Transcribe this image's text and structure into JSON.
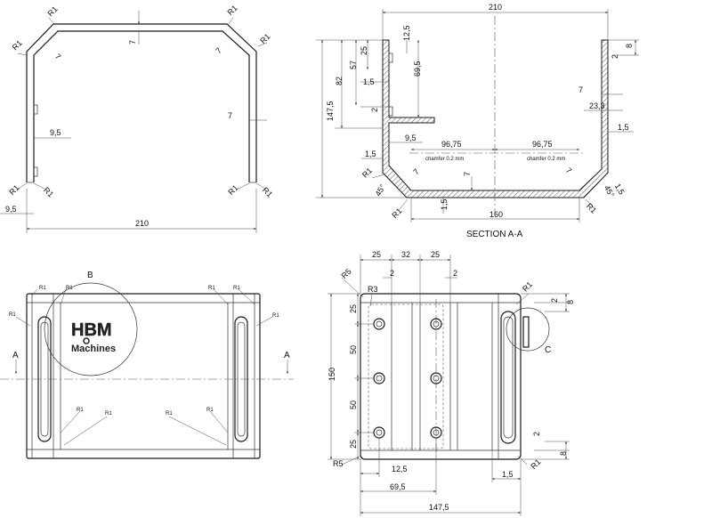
{
  "views": {
    "front": {
      "dims": {
        "r1_top_left": "R1",
        "r1_top_right": "R1",
        "r1_left": "R1",
        "r1_right": "R1",
        "seven_top": "7",
        "seven_left": "7",
        "seven_right_upper": "7",
        "seven_right": "7",
        "nine_five_upper": "9,5",
        "nine_five_lower": "9,5",
        "r1_bl1": "R1",
        "r1_bl2": "R1",
        "r1_br1": "R1",
        "r1_br2": "R1",
        "width": "210"
      }
    },
    "section": {
      "title": "SECTION A-A",
      "dims": {
        "width": "210",
        "height_total": "147,5",
        "h82": "82",
        "h57": "57",
        "h25": "25",
        "h12_5": "12,5",
        "h69_5": "69,5",
        "d1_5_a": "1,5",
        "d2_a": "2",
        "d1_5_b": "1,5",
        "d9_5": "9,5",
        "half_left": "96,75",
        "half_right": "96,75",
        "chamfer_left": "chamfer 0.2 mm",
        "chamfer_right": "chamfer 0.2 mm",
        "seven_bottom": "7",
        "seven_left": "7",
        "seven_right": "7",
        "seven_right_upper": "7",
        "d1_5_bottom": "1,5",
        "base": "160",
        "r1_left": "R1",
        "r1_left_bottom": "R1",
        "angle_left": "45°",
        "r1_right_bottom": "R1",
        "angle_right": "45°",
        "d1_5_right": "1,5",
        "d23_3": "23,3",
        "d8_right": "8",
        "d2_right": "2",
        "d1_5_right_upper": "1,5"
      }
    },
    "top": {
      "detail_label": "B",
      "logo_top": "HBM",
      "logo_bottom": "Machines",
      "section_marker_left": "A",
      "section_marker_right": "A",
      "radii": [
        "R1",
        "R1",
        "R1",
        "R1",
        "R1",
        "R1",
        "R1",
        "R1",
        "R1",
        "R1"
      ]
    },
    "side": {
      "detail_label": "C",
      "dims": {
        "d25_a": "25",
        "d32": "32",
        "d25_b": "25",
        "d2_a": "2",
        "d2_b": "2",
        "r5_top": "R5",
        "r3": "R3",
        "r1_top": "R1",
        "v25_top": "25",
        "v50_a": "50",
        "v50_b": "50",
        "v25_bottom": "25",
        "v150": "150",
        "d2_right_top": "2",
        "d8_right_top": "8",
        "d2_right_bottom": "2",
        "d8_right_bottom": "8",
        "r5_bottom": "R5",
        "r1_bottom": "R1",
        "d12_5": "12,5",
        "d69_5": "69,5",
        "d1_5": "1,5",
        "d147_5": "147,5"
      }
    }
  }
}
